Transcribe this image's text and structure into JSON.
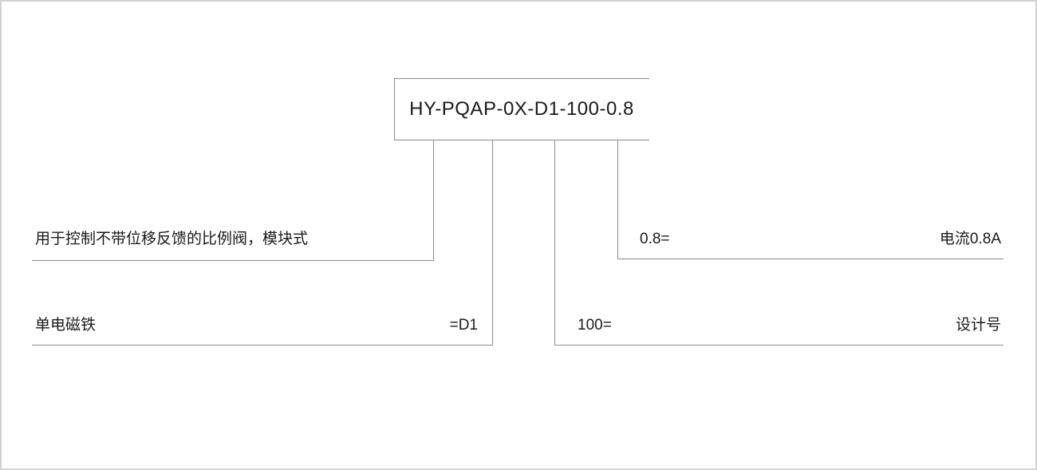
{
  "diagram": {
    "type": "product-code-breakdown",
    "code_box": {
      "label": "HY-PQAP-0X-D1-100-0.8"
    },
    "line_color": "#8a8a8a",
    "text_color": "#1a1a1a",
    "border_color": "#d2d2d2",
    "rows": [
      {
        "id": "row-left-upper",
        "side": "left",
        "left_text": "用于控制不带位移反馈的比例阀，模块式",
        "right_text": ""
      },
      {
        "id": "row-left-lower",
        "side": "left",
        "left_text": "单电磁铁",
        "right_text": "=D1"
      },
      {
        "id": "row-right-upper",
        "side": "right",
        "left_text": "0.8=",
        "right_text": "电流0.8A"
      },
      {
        "id": "row-right-lower",
        "side": "right",
        "left_text": "100=",
        "right_text": "设计号"
      }
    ]
  }
}
